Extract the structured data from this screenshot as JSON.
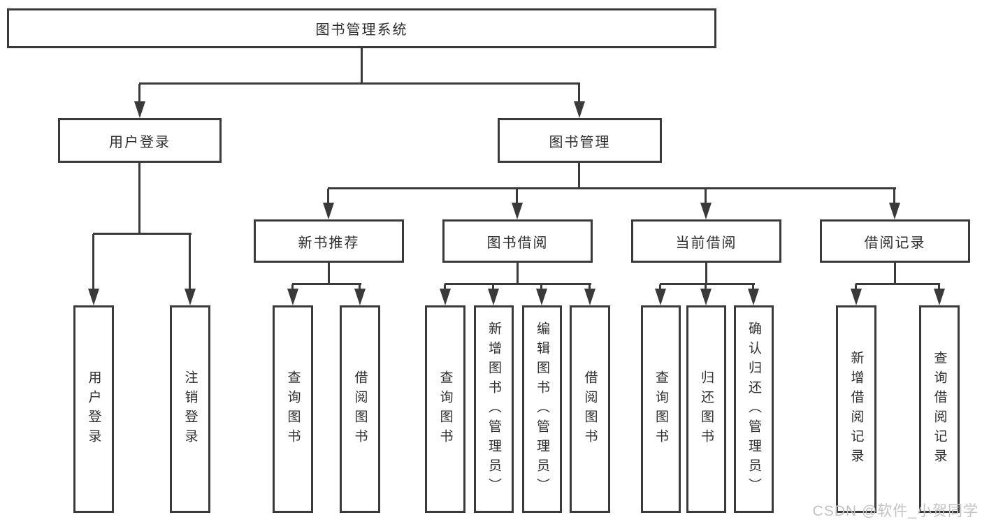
{
  "tree": {
    "label": "图书管理系统",
    "children": [
      {
        "label": "用户登录",
        "children": [
          {
            "label": "用户登录"
          },
          {
            "label": "注销登录"
          }
        ]
      },
      {
        "label": "图书管理",
        "children": [
          {
            "label": "新书推荐",
            "children": [
              {
                "label": "查询图书"
              },
              {
                "label": "借阅图书"
              }
            ]
          },
          {
            "label": "图书借阅",
            "children": [
              {
                "label": "查询图书"
              },
              {
                "label": "新增图书（管理员）"
              },
              {
                "label": "编辑图书（管理员）"
              },
              {
                "label": "借阅图书"
              }
            ]
          },
          {
            "label": "当前借阅",
            "children": [
              {
                "label": "查询图书"
              },
              {
                "label": "归还图书"
              },
              {
                "label": "确认归还（管理员）"
              }
            ]
          },
          {
            "label": "借阅记录",
            "children": [
              {
                "label": "新增借阅记录"
              },
              {
                "label": "查询借阅记录"
              }
            ]
          }
        ]
      }
    ]
  },
  "watermark": "CSDN @软件_小贺同学",
  "colors": {
    "line": "#3a3a3a",
    "text": "#2f2f2f",
    "watermark": "#c3c3c3"
  }
}
